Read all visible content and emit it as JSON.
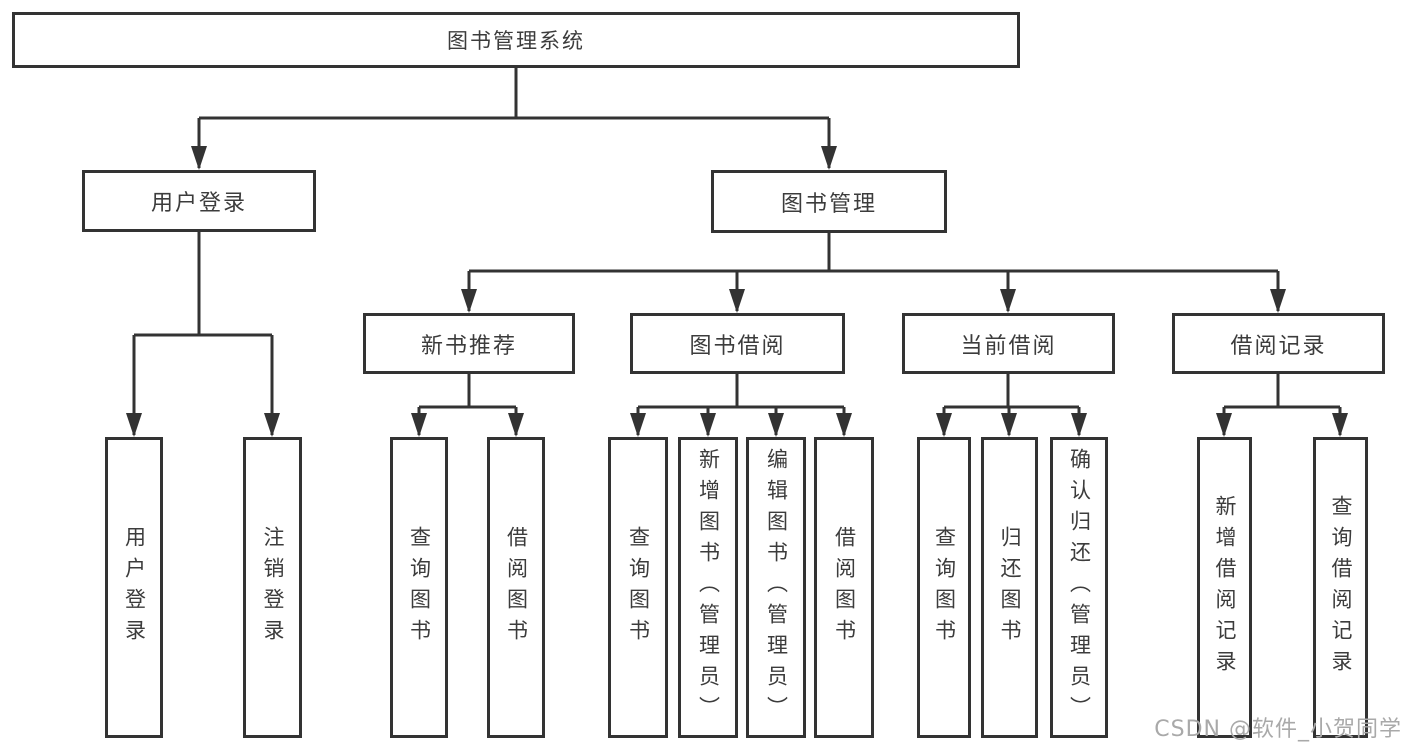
{
  "diagram": {
    "type": "tree",
    "root": {
      "label": "图书管理系统",
      "children": [
        {
          "label": "用户登录",
          "children": [
            {
              "label": "用户登录"
            },
            {
              "label": "注销登录"
            }
          ]
        },
        {
          "label": "图书管理",
          "children": [
            {
              "label": "新书推荐",
              "children": [
                {
                  "label": "查询图书"
                },
                {
                  "label": "借阅图书"
                }
              ]
            },
            {
              "label": "图书借阅",
              "children": [
                {
                  "label": "查询图书"
                },
                {
                  "label": "新增图书（管理员）"
                },
                {
                  "label": "编辑图书（管理员）"
                },
                {
                  "label": "借阅图书"
                }
              ]
            },
            {
              "label": "当前借阅",
              "children": [
                {
                  "label": "查询图书"
                },
                {
                  "label": "归还图书"
                },
                {
                  "label": "确认归还（管理员）"
                }
              ]
            },
            {
              "label": "借阅记录",
              "children": [
                {
                  "label": "新增借阅记录"
                },
                {
                  "label": "查询借阅记录"
                }
              ]
            }
          ]
        }
      ]
    }
  },
  "watermark": {
    "text": "CSDN @软件_小贺同学"
  },
  "colors": {
    "line": "#333333",
    "box_border": "#333333",
    "text": "#3c3c3c",
    "background": "#ffffff",
    "watermark": "#a9a9a9"
  }
}
